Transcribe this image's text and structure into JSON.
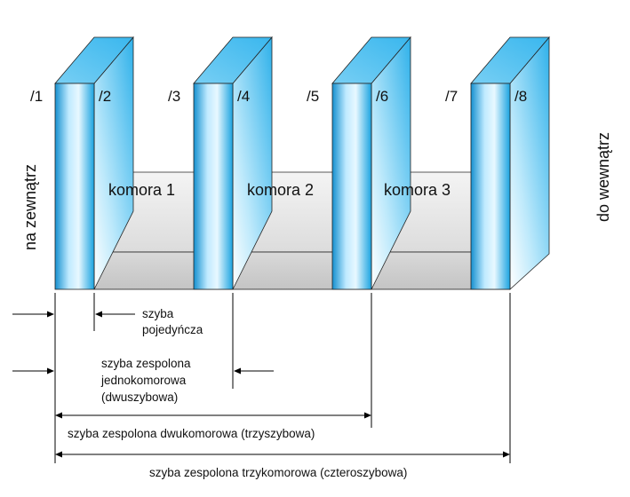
{
  "diagram": {
    "side_labels": {
      "outside": "na zewnątrz",
      "inside": "do wewnątrz"
    },
    "surfaces": [
      "/1",
      "/2",
      "/3",
      "/4",
      "/5",
      "/6",
      "/7",
      "/8"
    ],
    "chambers": [
      "komora 1",
      "komora 2",
      "komora 3"
    ],
    "dimensions": {
      "single": [
        "szyba",
        "pojedyńcza"
      ],
      "double": [
        "szyba zespolona",
        "jednokomorowa",
        "(dwuszybowa)"
      ],
      "triple": "szyba zespolona dwukomorowa (trzyszybowa)",
      "quad": "szyba zespolona trzykomorowa (czteroszybowa)"
    },
    "colors": {
      "glass_front": "#1aa3e0",
      "glass_side": "#5cc8f4",
      "glass_top": "#8ad8f8",
      "spacer_top": "#ececec",
      "spacer_front": "#cfcfcf",
      "outline": "#222222"
    }
  }
}
